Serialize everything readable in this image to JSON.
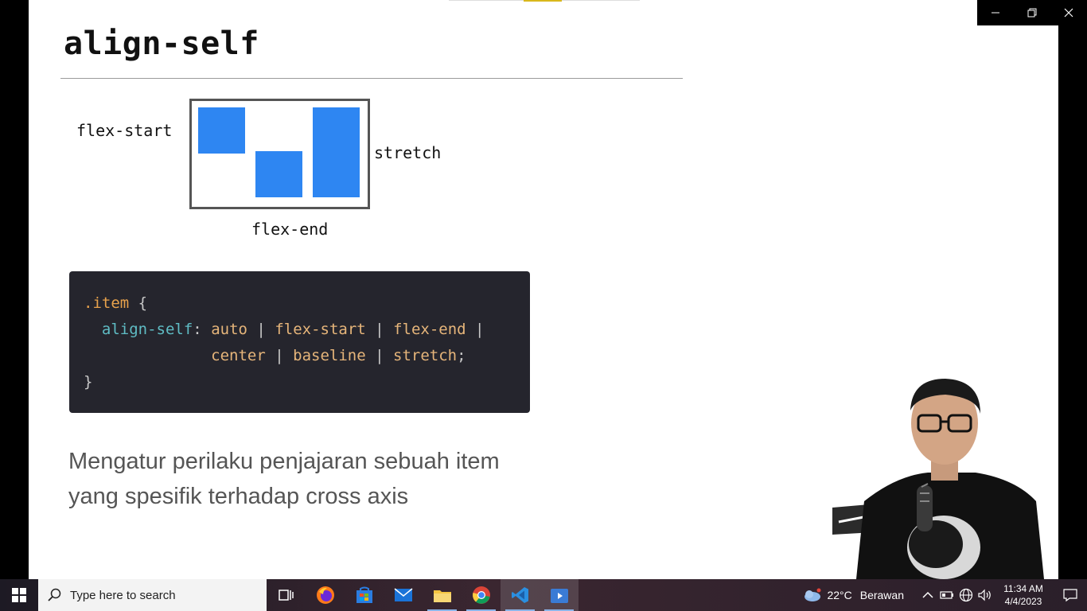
{
  "slide": {
    "title": "align-self",
    "labels": {
      "flex_start": "flex-start",
      "stretch": "stretch",
      "flex_end": "flex-end"
    },
    "code": {
      "selector": ".item",
      "open_brace": "{",
      "property": "align-self",
      "colon": ":",
      "values_line1": [
        "auto",
        "flex-start",
        "flex-end"
      ],
      "values_line2": [
        "center",
        "baseline",
        "stretch"
      ],
      "separator": "|",
      "terminator": ";",
      "close_brace": "}"
    },
    "description_line1": "Mengatur perilaku penjajaran sebuah item",
    "description_line2": "yang spesifik terhadap cross axis",
    "colors": {
      "item_blue": "#2e86f2",
      "code_bg": "#25252d",
      "code_property": "#5fbcc4",
      "code_value": "#e6b57a"
    }
  },
  "window_controls": [
    "minimize-icon",
    "restore-icon",
    "close-icon"
  ],
  "taskbar": {
    "search_placeholder": "Type here to search",
    "apps": [
      "task-view-icon",
      "firefox-icon",
      "microsoft-store-icon",
      "mail-icon",
      "file-explorer-icon",
      "chrome-icon",
      "vscode-icon",
      "media-player-icon"
    ],
    "weather": {
      "temperature": "22°C",
      "condition": "Berawan"
    },
    "clock": {
      "time": "11:34 AM",
      "date": "4/4/2023"
    }
  }
}
